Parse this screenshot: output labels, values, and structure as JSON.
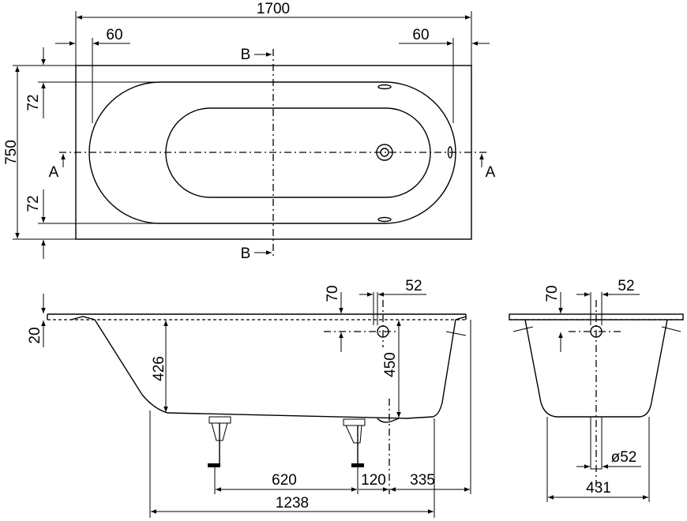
{
  "colors": {
    "top_fill": "#e6e6e6",
    "line": "#000000"
  },
  "top_view": {
    "length": "1700",
    "width": "750",
    "edge_left": "60",
    "edge_right": "60",
    "rim_top": "72",
    "rim_bottom": "72",
    "section_b_top": "B",
    "section_b_bottom": "B",
    "section_a_left": "A",
    "section_a_right": "A"
  },
  "side_view": {
    "rim_thickness": "20",
    "inner_depth": "426",
    "overflow_offset": "70",
    "overflow_diameter": "52",
    "total_height": "450",
    "feet_spacing": "620",
    "foot_to_drain": "120",
    "drain_to_end": "335",
    "base_length": "1238"
  },
  "end_view": {
    "overflow_offset": "70",
    "overflow_diameter": "52",
    "drain_diameter": "ø52",
    "base_width": "431"
  }
}
